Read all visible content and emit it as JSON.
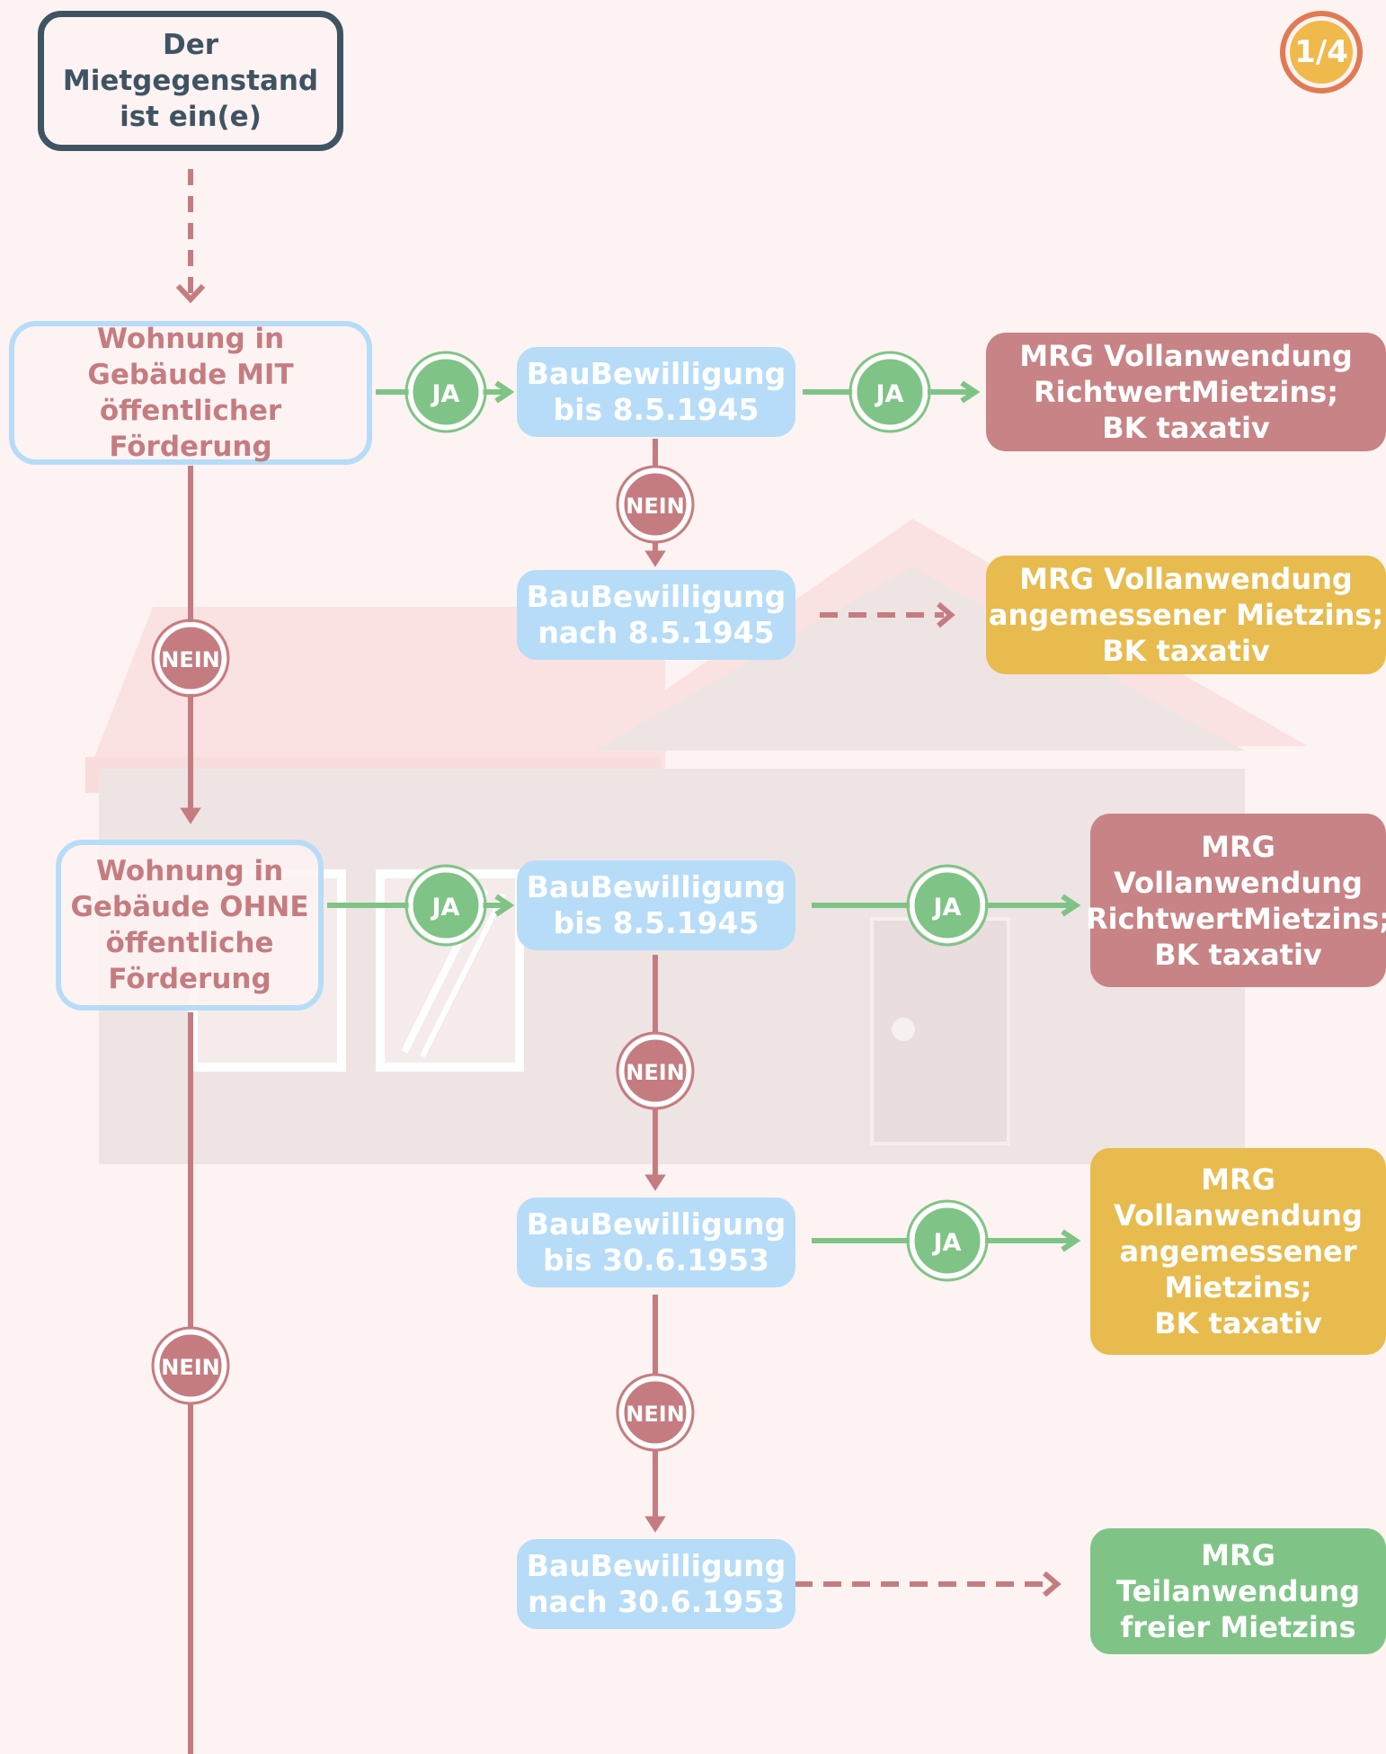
{
  "page_indicator": "1/4",
  "start": {
    "text": "Der\nMietgegenstand\nist ein(e)"
  },
  "conditions": {
    "mit": "Wohnung in\nGebäude MIT\nöffentlicher Förderung",
    "ohne": "Wohnung in\nGebäude OHNE\nöffentliche\nFörderung"
  },
  "decisions": {
    "mit_bis_1945": "BauBewilligung\nbis 8.5.1945",
    "mit_nach_1945": "BauBewilligung\nnach 8.5.1945",
    "ohne_bis_1945": "BauBewilligung\nbis 8.5.1945",
    "ohne_bis_1953": "BauBewilligung\nbis 30.6.1953",
    "ohne_nach_1953": "BauBewilligung\nnach 30.6.1953"
  },
  "results": {
    "r1": "MRG Vollanwendung\nRichtwertMietzins;\nBK taxativ",
    "r2": "MRG Vollanwendung\nangemessener Mietzins;\nBK taxativ",
    "r3": "MRG\nVollanwendung\nRichtwertMietzins;\nBK taxativ",
    "r4": "MRG\nVollanwendung\nangemessener\nMietzins;\nBK taxativ",
    "r5": "MRG\nTeilanwendung\nfreier Mietzins"
  },
  "labels": {
    "yes": "JA",
    "no": "NEIN"
  },
  "colors": {
    "background": "#fdf3f2",
    "yes_green": "#7fc486",
    "no_red": "#c57c80",
    "decision_blue": "#b6dcf8",
    "result_red": "#c78385",
    "result_yellow": "#e8bb4f",
    "result_green": "#7fc486",
    "start_border": "#3f5363"
  }
}
